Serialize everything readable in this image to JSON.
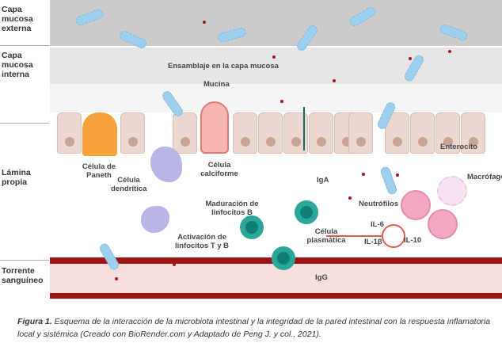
{
  "layers": {
    "outer": "Capa mucosa externa",
    "inner": "Capa mucosa interna",
    "lamina": "Lámina propia",
    "blood": "Torrente sanguíneo"
  },
  "labels": {
    "assembly": "Ensamblaje en la capa mucosa",
    "mucin": "Mucina",
    "paneth": "Célula de Paneth",
    "calciform": "Célula calciforme",
    "dendritic": "Célula dendrítica",
    "enterocyte": "Enterocito",
    "iga": "IgA",
    "macrophage": "Macrófago",
    "neutrophils": "Neutrófilos",
    "maturation": "Maduración de linfocitos B",
    "plasma": "Célula plasmática",
    "activation": "Activación de linfocitos T y B",
    "il6": "IL-6",
    "il1b": "IL-1β",
    "il10": "IL-10",
    "igg": "IgG"
  },
  "caption": {
    "bold": "Figura 1.",
    "text": " Esquema de la interacción de la microbiota intestinal y la integridad de la pared intestinal con la respuesta inflamatoria local y sistémica (Creado con BioRender.com y Adaptado de Peng J. y col., 2021)."
  },
  "colors": {
    "blood": "#a01818",
    "plasma": "#2aa79a",
    "bacteria": "#9ccfee"
  }
}
